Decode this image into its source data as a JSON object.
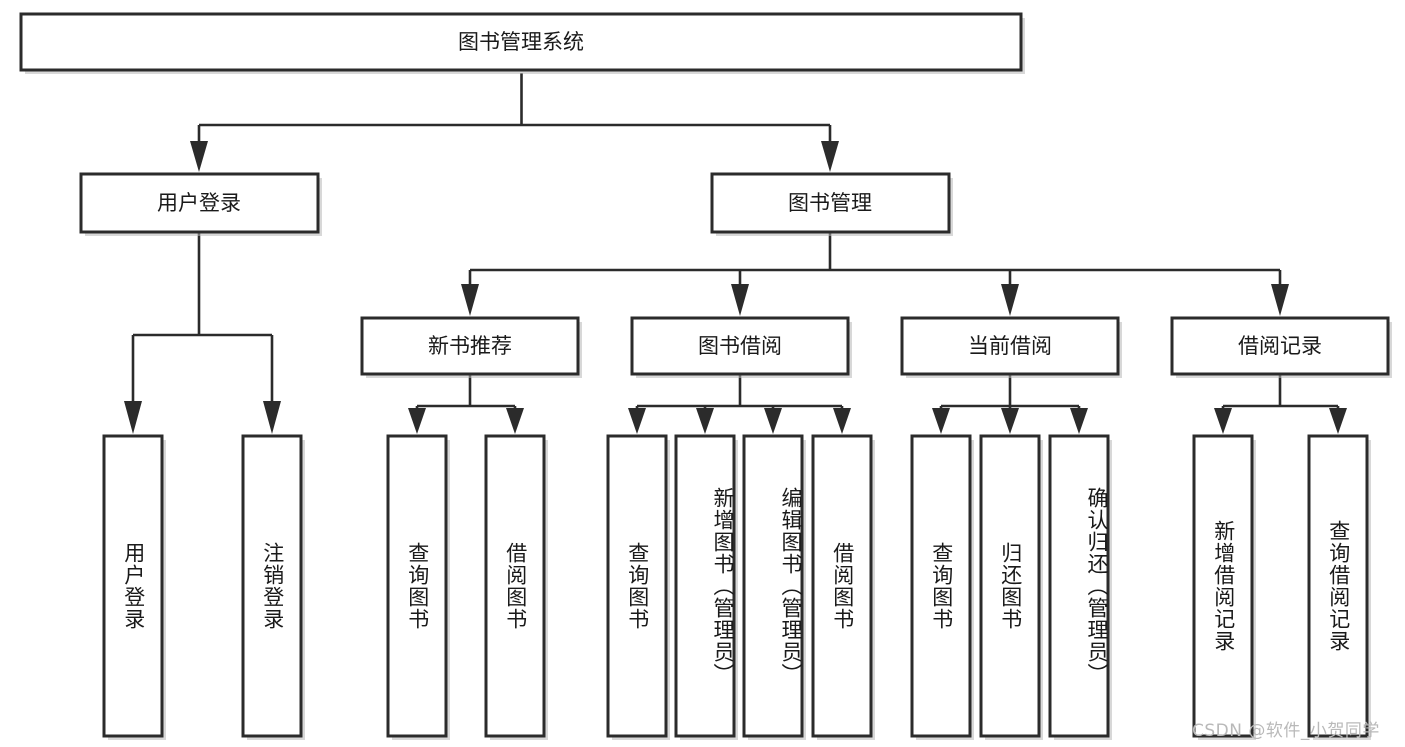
{
  "diagram": {
    "type": "tree-hierarchy-chart",
    "title": "图书管理系统",
    "watermark": "CSDN @软件_小贺同学",
    "colors": {
      "background": "#ffffff",
      "box_stroke": "#2b2b2b",
      "box_fill": "#ffffff",
      "connector": "#2b2b2b",
      "text": "#1a1a1a",
      "watermark": "#b9b9b9"
    },
    "root": {
      "id": "root",
      "label": "图书管理系统",
      "orientation": "horizontal"
    },
    "level2": [
      {
        "id": "user-login",
        "label": "用户登录",
        "orientation": "horizontal"
      },
      {
        "id": "book-management",
        "label": "图书管理",
        "orientation": "horizontal"
      }
    ],
    "level3": [
      {
        "id": "new-book-recommend",
        "label": "新书推荐",
        "parent": "book-management",
        "orientation": "horizontal"
      },
      {
        "id": "book-borrow",
        "label": "图书借阅",
        "parent": "book-management",
        "orientation": "horizontal"
      },
      {
        "id": "current-borrow",
        "label": "当前借阅",
        "parent": "book-management",
        "orientation": "horizontal"
      },
      {
        "id": "borrow-record",
        "label": "借阅记录",
        "parent": "book-management",
        "orientation": "horizontal"
      }
    ],
    "leaves": [
      {
        "id": "leaf-user-login",
        "label": "用户登录",
        "parent": "user-login",
        "orientation": "vertical"
      },
      {
        "id": "leaf-logout-login",
        "label": "注销登录",
        "parent": "user-login",
        "orientation": "vertical"
      },
      {
        "id": "leaf-query-book-1",
        "label": "查询图书",
        "parent": "new-book-recommend",
        "orientation": "vertical"
      },
      {
        "id": "leaf-borrow-book-1",
        "label": "借阅图书",
        "parent": "new-book-recommend",
        "orientation": "vertical"
      },
      {
        "id": "leaf-query-book-2",
        "label": "查询图书",
        "parent": "book-borrow",
        "orientation": "vertical"
      },
      {
        "id": "leaf-add-book",
        "label": "新增图书（管理员）",
        "parent": "book-borrow",
        "orientation": "vertical"
      },
      {
        "id": "leaf-edit-book",
        "label": "编辑图书（管理员）",
        "parent": "book-borrow",
        "orientation": "vertical"
      },
      {
        "id": "leaf-borrow-book-2",
        "label": "借阅图书",
        "parent": "book-borrow",
        "orientation": "vertical"
      },
      {
        "id": "leaf-query-book-3",
        "label": "查询图书",
        "parent": "current-borrow",
        "orientation": "vertical"
      },
      {
        "id": "leaf-return-book",
        "label": "归还图书",
        "parent": "current-borrow",
        "orientation": "vertical"
      },
      {
        "id": "leaf-confirm-return",
        "label": "确认归还（管理员）",
        "parent": "current-borrow",
        "orientation": "vertical"
      },
      {
        "id": "leaf-add-record",
        "label": "新增借阅记录",
        "parent": "borrow-record",
        "orientation": "vertical"
      },
      {
        "id": "leaf-query-record",
        "label": "查询借阅记录",
        "parent": "borrow-record",
        "orientation": "vertical"
      }
    ]
  }
}
